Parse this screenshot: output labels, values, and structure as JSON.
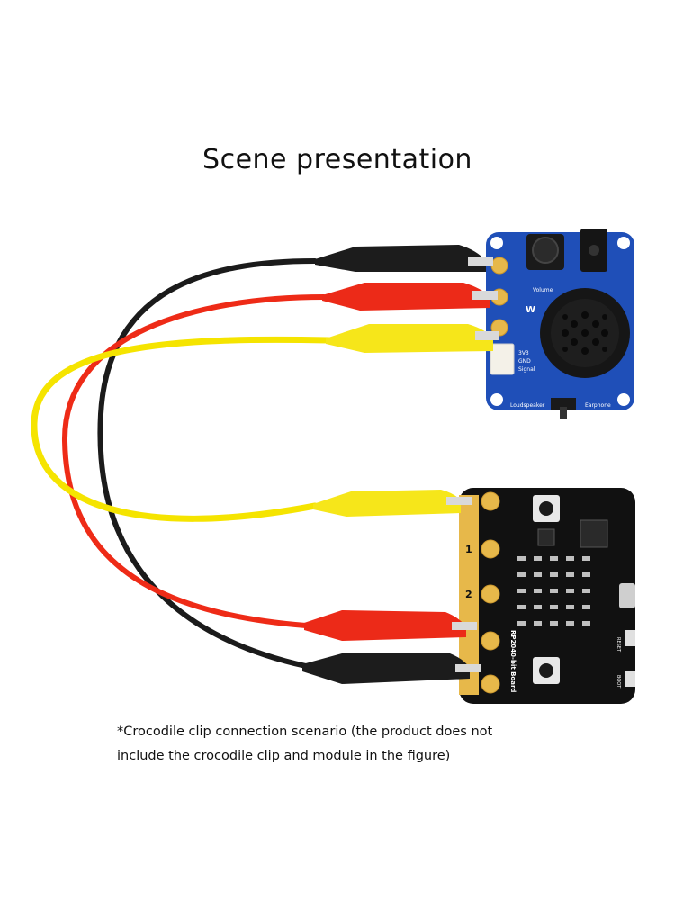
{
  "title": "Scene presentation",
  "caption": {
    "line1": "*Crocodile clip connection scenario (the product does not",
    "line2": "include the crocodile clip and module in the figure)"
  },
  "audio_module": {
    "labels": {
      "volume": "Volume",
      "v3v3": "3V3",
      "gnd": "GND",
      "signal": "Signal",
      "loudspeaker": "Loudspeaker",
      "earphone": "Earphone",
      "brand": "W"
    },
    "pcb_color": "#1f4fb8"
  },
  "rp_board": {
    "labels": {
      "name": "RP2040-bit Board",
      "pin1": "1",
      "pin2": "2",
      "reset": "RESET",
      "boot": "BOOT"
    },
    "pcb_color": "#111111",
    "gold_color": "#e7b84a"
  },
  "wires": {
    "black": "#1b1b1b",
    "red": "#ee2b17",
    "yellow": "#f5e400"
  }
}
